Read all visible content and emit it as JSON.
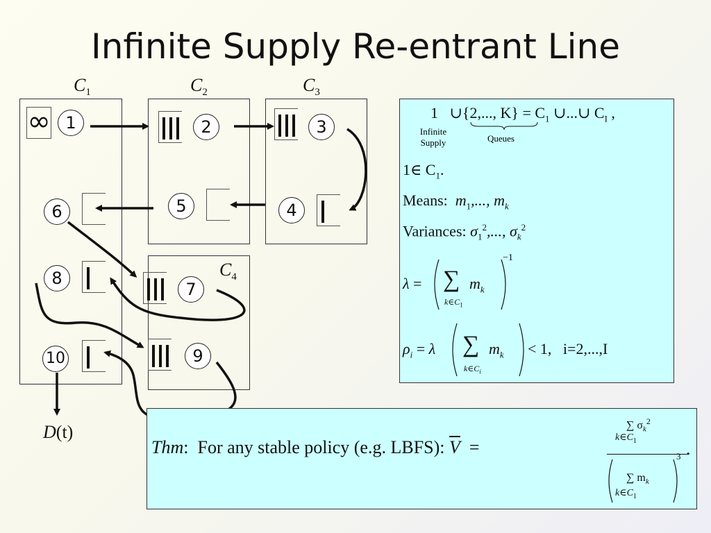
{
  "title": "Infinite Supply Re-entrant Line",
  "diagram": {
    "stations": [
      {
        "name": "C",
        "sub": "1"
      },
      {
        "name": "C",
        "sub": "2"
      },
      {
        "name": "C",
        "sub": "3"
      },
      {
        "name": "C",
        "sub": "4"
      }
    ],
    "infinity": "∞",
    "queues": [
      "1",
      "2",
      "3",
      "4",
      "5",
      "6",
      "7",
      "8",
      "9",
      "10"
    ],
    "output": {
      "label": "D",
      "arg": "(t)"
    }
  },
  "formulas": {
    "line1_one": "1",
    "line1_set": "∪{2,..., K} = C",
    "line1_sub1": "1",
    "line1_rest": " ∪...∪ C",
    "line1_subI": "I",
    "line1_end": " ,",
    "infinite_supply": "Infinite Supply",
    "queues": "Queues",
    "line2": "1∈ C",
    "line2_sub": "1",
    "line2_end": ".",
    "means_label": "Means:",
    "means_m1": "m",
    "means_dots": ",..., m",
    "variances_label": "Variances:",
    "sigma": "σ",
    "var_dots": ",..., σ",
    "lambda": "λ",
    "equals": "=",
    "sum": "∑",
    "k_in_C1": "k∈C",
    "m_k": "m",
    "exp_minus1": "−1",
    "rho": "ρ",
    "rho_sub": "i",
    "rho_rhs": "< 1,",
    "rho_range": "i=2,...,I",
    "k_in_Ci": "k∈C"
  },
  "theorem": {
    "thm": "Thm",
    "colon": ":",
    "text": "For any stable policy (e.g. LBFS):",
    "vbar": "V",
    "eq": "=",
    "num": "∑ σ",
    "num_sub": "k∈C",
    "den": "∑ m",
    "den_sub": "k∈C",
    "cube": "3",
    "end": "."
  }
}
